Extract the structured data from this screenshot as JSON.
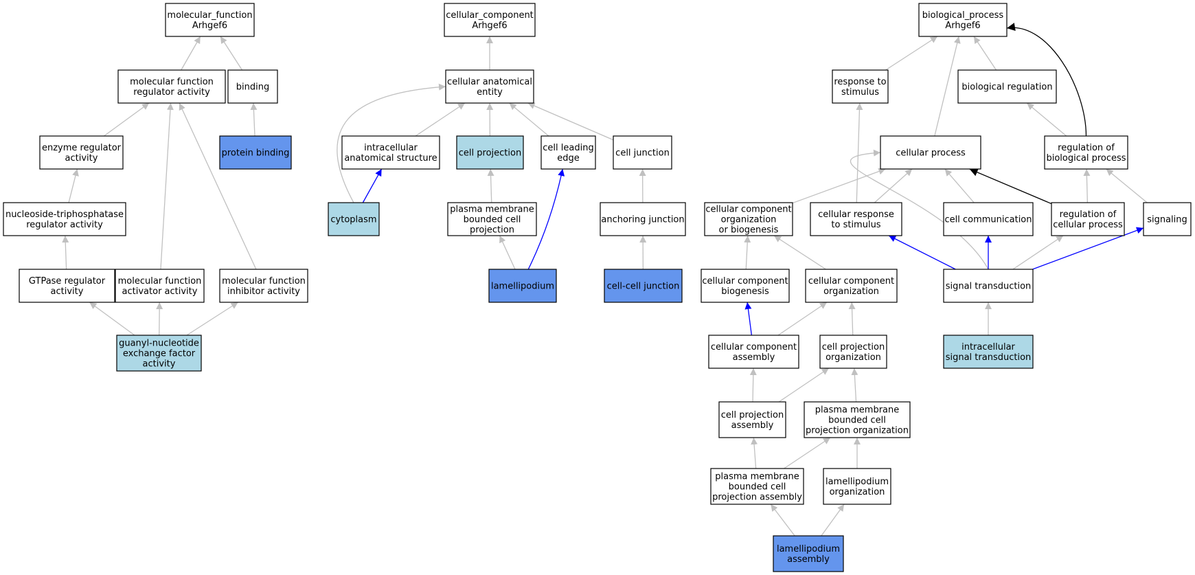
{
  "colors": {
    "plain": "#ffffff",
    "light": "#add8e6",
    "dark": "#6495ed",
    "edge_gray": "#c0c0c0",
    "edge_blue": "#0000ff",
    "edge_black": "#000000"
  },
  "nodes": [
    {
      "id": "mf",
      "lines": [
        "molecular_function",
        "Arhgef6"
      ],
      "fill": "plain"
    },
    {
      "id": "mfra",
      "lines": [
        "molecular function",
        "regulator activity"
      ],
      "fill": "plain"
    },
    {
      "id": "binding",
      "lines": [
        "binding"
      ],
      "fill": "plain"
    },
    {
      "id": "era",
      "lines": [
        "enzyme regulator",
        "activity"
      ],
      "fill": "plain"
    },
    {
      "id": "pb",
      "lines": [
        "protein binding"
      ],
      "fill": "dark"
    },
    {
      "id": "ntra",
      "lines": [
        "nucleoside-triphosphatase",
        "regulator activity"
      ],
      "fill": "plain"
    },
    {
      "id": "gra",
      "lines": [
        "GTPase regulator",
        "activity"
      ],
      "fill": "plain"
    },
    {
      "id": "mfaa",
      "lines": [
        "molecular function",
        "activator activity"
      ],
      "fill": "plain"
    },
    {
      "id": "mfia",
      "lines": [
        "molecular function",
        "inhibitor activity"
      ],
      "fill": "plain"
    },
    {
      "id": "gnef",
      "lines": [
        "guanyl-nucleotide",
        "exchange factor",
        "activity"
      ],
      "fill": "light"
    },
    {
      "id": "cc",
      "lines": [
        "cellular_component",
        "Arhgef6"
      ],
      "fill": "plain"
    },
    {
      "id": "cae",
      "lines": [
        "cellular anatomical",
        "entity"
      ],
      "fill": "plain"
    },
    {
      "id": "ias",
      "lines": [
        "intracellular",
        "anatomical structure"
      ],
      "fill": "plain"
    },
    {
      "id": "cp",
      "lines": [
        "cell projection"
      ],
      "fill": "light"
    },
    {
      "id": "cle",
      "lines": [
        "cell leading",
        "edge"
      ],
      "fill": "plain"
    },
    {
      "id": "cj",
      "lines": [
        "cell junction"
      ],
      "fill": "plain"
    },
    {
      "id": "cyto",
      "lines": [
        "cytoplasm"
      ],
      "fill": "light"
    },
    {
      "id": "pmbcp",
      "lines": [
        "plasma membrane",
        "bounded cell",
        "projection"
      ],
      "fill": "plain"
    },
    {
      "id": "aj",
      "lines": [
        "anchoring junction"
      ],
      "fill": "plain"
    },
    {
      "id": "lam",
      "lines": [
        "lamellipodium"
      ],
      "fill": "dark"
    },
    {
      "id": "ccj",
      "lines": [
        "cell-cell junction"
      ],
      "fill": "dark"
    },
    {
      "id": "bp",
      "lines": [
        "biological_process",
        "Arhgef6"
      ],
      "fill": "plain"
    },
    {
      "id": "rts",
      "lines": [
        "response to",
        "stimulus"
      ],
      "fill": "plain"
    },
    {
      "id": "br",
      "lines": [
        "biological regulation"
      ],
      "fill": "plain"
    },
    {
      "id": "cpr",
      "lines": [
        "cellular process"
      ],
      "fill": "plain"
    },
    {
      "id": "rbp",
      "lines": [
        "regulation of",
        "biological process"
      ],
      "fill": "plain"
    },
    {
      "id": "ccob",
      "lines": [
        "cellular component",
        "organization",
        "or biogenesis"
      ],
      "fill": "plain"
    },
    {
      "id": "crs",
      "lines": [
        "cellular response",
        "to stimulus"
      ],
      "fill": "plain"
    },
    {
      "id": "ccomm",
      "lines": [
        "cell communication"
      ],
      "fill": "plain"
    },
    {
      "id": "rcp",
      "lines": [
        "regulation of",
        "cellular process"
      ],
      "fill": "plain"
    },
    {
      "id": "sig",
      "lines": [
        "signaling"
      ],
      "fill": "plain"
    },
    {
      "id": "ccb",
      "lines": [
        "cellular component",
        "biogenesis"
      ],
      "fill": "plain"
    },
    {
      "id": "cco",
      "lines": [
        "cellular component",
        "organization"
      ],
      "fill": "plain"
    },
    {
      "id": "st",
      "lines": [
        "signal transduction"
      ],
      "fill": "plain"
    },
    {
      "id": "cca",
      "lines": [
        "cellular component",
        "assembly"
      ],
      "fill": "plain"
    },
    {
      "id": "cpo",
      "lines": [
        "cell projection",
        "organization"
      ],
      "fill": "plain"
    },
    {
      "id": "ist",
      "lines": [
        "intracellular",
        "signal transduction"
      ],
      "fill": "light"
    },
    {
      "id": "cpa",
      "lines": [
        "cell projection",
        "assembly"
      ],
      "fill": "plain"
    },
    {
      "id": "pmbcpo",
      "lines": [
        "plasma membrane",
        "bounded cell",
        "projection organization"
      ],
      "fill": "plain"
    },
    {
      "id": "pmbcpa",
      "lines": [
        "plasma membrane",
        "bounded cell",
        "projection assembly"
      ],
      "fill": "plain"
    },
    {
      "id": "lamo",
      "lines": [
        "lamellipodium",
        "organization"
      ],
      "fill": "plain"
    },
    {
      "id": "lama",
      "lines": [
        "lamellipodium",
        "assembly"
      ],
      "fill": "dark"
    }
  ],
  "edges": [
    {
      "from": "mfra",
      "to": "mf",
      "color": "edge_gray"
    },
    {
      "from": "binding",
      "to": "mf",
      "color": "edge_gray"
    },
    {
      "from": "era",
      "to": "mfra",
      "color": "edge_gray"
    },
    {
      "from": "mfaa",
      "to": "mfra",
      "color": "edge_gray"
    },
    {
      "from": "mfia",
      "to": "mfra",
      "color": "edge_gray"
    },
    {
      "from": "pb",
      "to": "binding",
      "color": "edge_gray"
    },
    {
      "from": "ntra",
      "to": "era",
      "color": "edge_gray"
    },
    {
      "from": "gra",
      "to": "ntra",
      "color": "edge_gray"
    },
    {
      "from": "gnef",
      "to": "gra",
      "color": "edge_gray"
    },
    {
      "from": "gnef",
      "to": "mfaa",
      "color": "edge_gray"
    },
    {
      "from": "gnef",
      "to": "mfia",
      "color": "edge_gray"
    },
    {
      "from": "cae",
      "to": "cc",
      "color": "edge_gray"
    },
    {
      "from": "ias",
      "to": "cae",
      "color": "edge_gray"
    },
    {
      "from": "cp",
      "to": "cae",
      "color": "edge_gray"
    },
    {
      "from": "cle",
      "to": "cae",
      "color": "edge_gray"
    },
    {
      "from": "cj",
      "to": "cae",
      "color": "edge_gray"
    },
    {
      "from": "cyto",
      "to": "cae",
      "color": "edge_gray",
      "curve": "left"
    },
    {
      "from": "cyto",
      "to": "ias",
      "color": "edge_blue"
    },
    {
      "from": "pmbcp",
      "to": "cp",
      "color": "edge_gray"
    },
    {
      "from": "lam",
      "to": "pmbcp",
      "color": "edge_gray"
    },
    {
      "from": "lam",
      "to": "cle",
      "color": "edge_blue",
      "curve": "soft"
    },
    {
      "from": "aj",
      "to": "cj",
      "color": "edge_gray"
    },
    {
      "from": "ccj",
      "to": "aj",
      "color": "edge_gray"
    },
    {
      "from": "rts",
      "to": "bp",
      "color": "edge_gray"
    },
    {
      "from": "cpr",
      "to": "bp",
      "color": "edge_gray"
    },
    {
      "from": "br",
      "to": "bp",
      "color": "edge_gray"
    },
    {
      "from": "rbp",
      "to": "bp",
      "color": "edge_black",
      "curve": "arc"
    },
    {
      "from": "rbp",
      "to": "br",
      "color": "edge_gray"
    },
    {
      "from": "ccob",
      "to": "cpr",
      "color": "edge_gray"
    },
    {
      "from": "crs",
      "to": "cpr",
      "color": "edge_gray"
    },
    {
      "from": "ccomm",
      "to": "cpr",
      "color": "edge_gray"
    },
    {
      "from": "rcp",
      "to": "cpr",
      "color": "edge_black"
    },
    {
      "from": "st",
      "to": "cpr",
      "color": "edge_gray",
      "curve": "left"
    },
    {
      "from": "crs",
      "to": "rts",
      "color": "edge_gray"
    },
    {
      "from": "rcp",
      "to": "rbp",
      "color": "edge_gray"
    },
    {
      "from": "sig",
      "to": "rbp",
      "color": "edge_gray"
    },
    {
      "from": "ccb",
      "to": "ccob",
      "color": "edge_gray"
    },
    {
      "from": "cco",
      "to": "ccob",
      "color": "edge_gray"
    },
    {
      "from": "st",
      "to": "crs",
      "color": "edge_blue"
    },
    {
      "from": "st",
      "to": "ccomm",
      "color": "edge_blue"
    },
    {
      "from": "st",
      "to": "rcp",
      "color": "edge_gray"
    },
    {
      "from": "st",
      "to": "sig",
      "color": "edge_blue"
    },
    {
      "from": "cca",
      "to": "ccb",
      "color": "edge_blue"
    },
    {
      "from": "cca",
      "to": "cco",
      "color": "edge_gray"
    },
    {
      "from": "cpo",
      "to": "cco",
      "color": "edge_gray"
    },
    {
      "from": "ist",
      "to": "st",
      "color": "edge_gray"
    },
    {
      "from": "cpa",
      "to": "cca",
      "color": "edge_gray"
    },
    {
      "from": "cpa",
      "to": "cpo",
      "color": "edge_gray"
    },
    {
      "from": "pmbcpo",
      "to": "cpo",
      "color": "edge_gray"
    },
    {
      "from": "pmbcpa",
      "to": "cpa",
      "color": "edge_gray"
    },
    {
      "from": "pmbcpa",
      "to": "pmbcpo",
      "color": "edge_gray"
    },
    {
      "from": "lamo",
      "to": "pmbcpo",
      "color": "edge_gray"
    },
    {
      "from": "lama",
      "to": "pmbcpa",
      "color": "edge_gray"
    },
    {
      "from": "lama",
      "to": "lamo",
      "color": "edge_gray"
    }
  ]
}
